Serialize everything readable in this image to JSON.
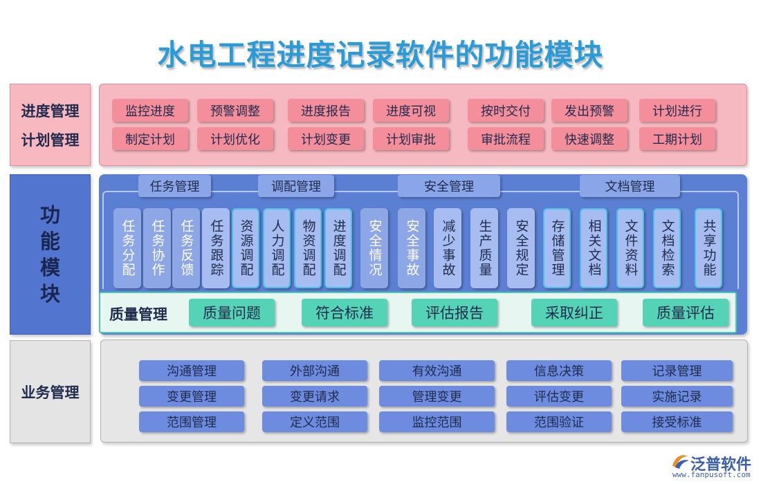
{
  "title": "水电工程进度记录软件的功能模块",
  "side": {
    "top": [
      "进度管理",
      "计划管理"
    ],
    "mid": [
      "功",
      "能",
      "模",
      "块"
    ],
    "bot": "业务管理"
  },
  "top_row1": [
    "监控进度",
    "预警调整",
    "进度报告",
    "进度可视",
    "按时交付",
    "发出预警",
    "计划进行"
  ],
  "top_row2": [
    "制定计划",
    "计划优化",
    "计划变更",
    "计划审批",
    "审批流程",
    "快速调整",
    "工期计划"
  ],
  "groups": [
    "任务管理",
    "调配管理",
    "安全管理",
    "文档管理"
  ],
  "vcells": [
    "任务分配",
    "任务协作",
    "任务反馈",
    "任务跟踪",
    "资源调配",
    "人力调配",
    "物资调配",
    "进度调配",
    "安全情况",
    "安全事故",
    "减少事故",
    "生产质量",
    "安全规定",
    "存储管理",
    "相关文档",
    "文件资料",
    "文档检索",
    "共享功能"
  ],
  "quality": {
    "label": "质量管理",
    "items": [
      "质量问题",
      "符合标准",
      "评估报告",
      "采取纠正",
      "质量评估"
    ]
  },
  "business": [
    [
      "沟通管理",
      "外部沟通",
      "有效沟通",
      "信息决策",
      "记录管理"
    ],
    [
      "变更管理",
      "变更请求",
      "管理变更",
      "评估变更",
      "实施记录"
    ],
    [
      "范围管理",
      "定义范围",
      "监控范围",
      "范围验证",
      "接受标准"
    ]
  ],
  "logo": {
    "name": "泛普软件",
    "url": "www.fanpusoft.com"
  },
  "colors": {
    "title": "#2a9bd6",
    "pink": "#f58e9b",
    "blue_panel": "#5b7fd3",
    "teal": "#55d3b7",
    "accent_border": "#48c2e6"
  }
}
